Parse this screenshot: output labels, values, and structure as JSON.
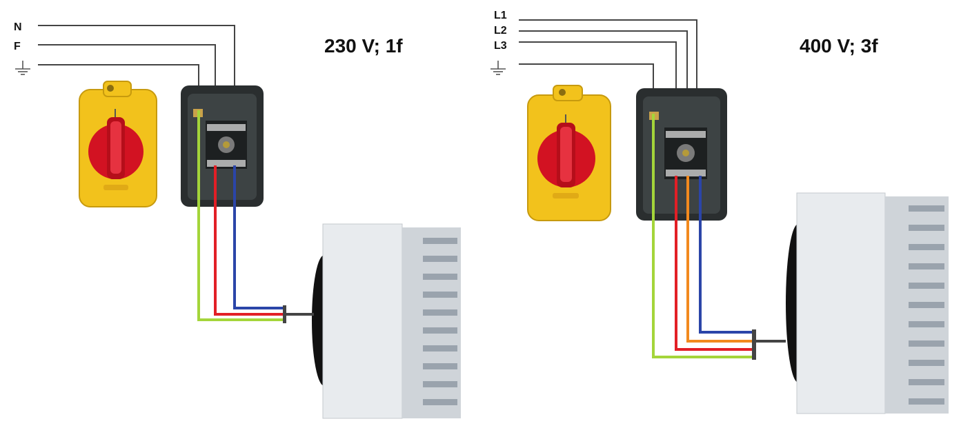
{
  "colors": {
    "background": "#ffffff",
    "line_wire": "#444444",
    "earth": "#a4d53a",
    "live": "#e21f26",
    "live2": "#f28a1e",
    "neutral": "#2b45a8",
    "cable": "#444444",
    "switch_body": "#f2c21c",
    "switch_knob": "#cf1020",
    "box": "#2a2e2f",
    "heater": "#dcdfe3"
  },
  "left": {
    "title": "230 V; 1f",
    "labels": {
      "n": "N",
      "f": "F"
    },
    "earth_symbol": "ground-icon"
  },
  "right": {
    "title": "400 V; 3f",
    "labels": {
      "l1": "L1",
      "l2": "L2",
      "l3": "L3"
    },
    "earth_symbol": "ground-icon"
  }
}
